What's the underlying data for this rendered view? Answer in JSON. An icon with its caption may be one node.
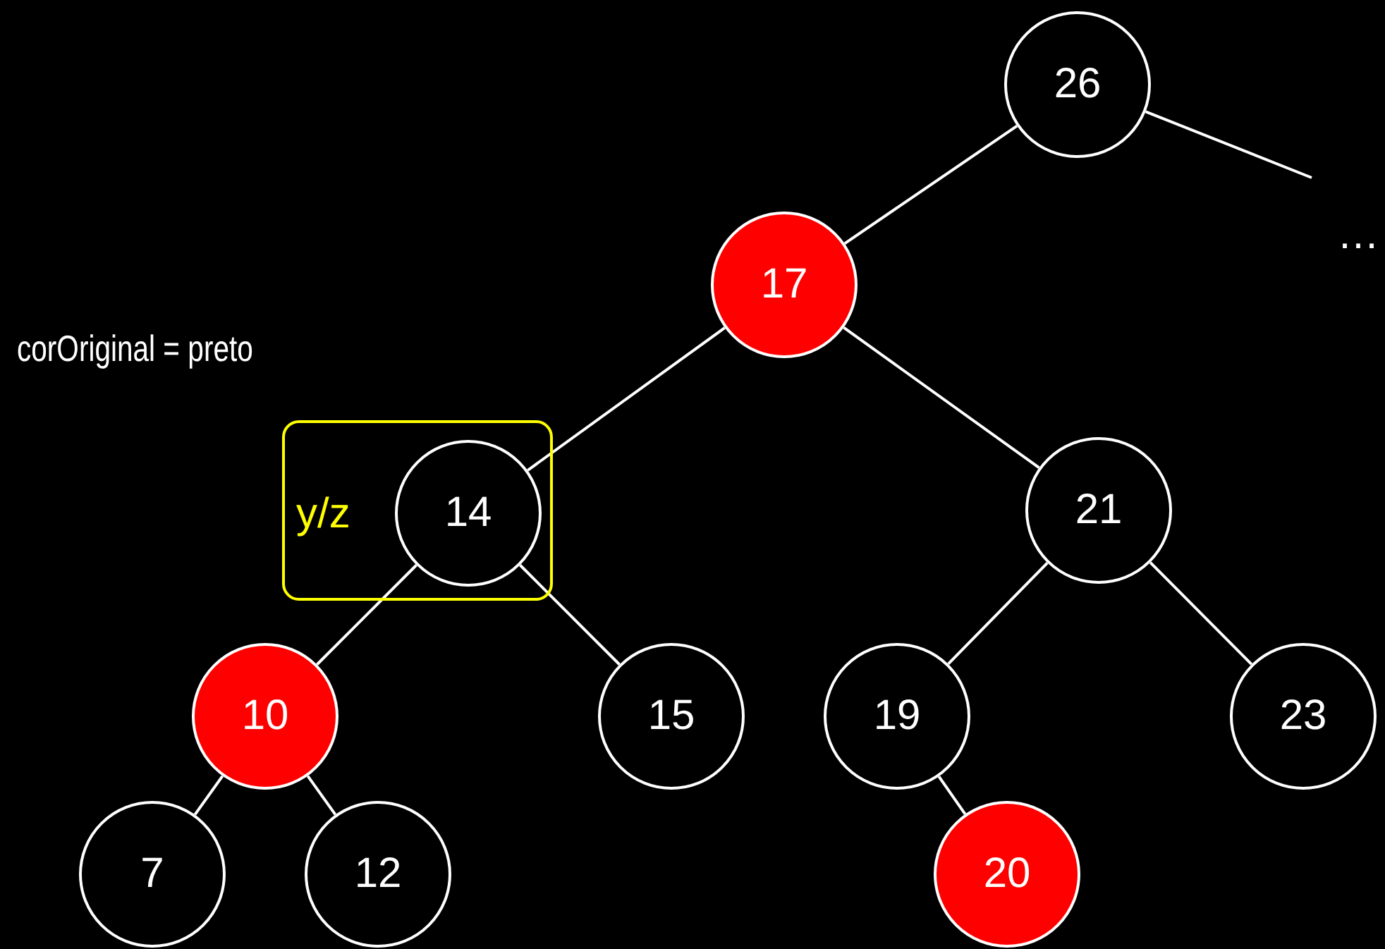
{
  "diagram": {
    "nodes": [
      {
        "text": [
          "26"
        ]
      },
      {
        "text": [
          "17"
        ]
      },
      {
        "text": [
          "y/z"
        ]
      },
      {
        "text": [
          "14"
        ],
        "in": 2
      },
      {
        "text": [
          "21"
        ]
      },
      {
        "text": [
          "10"
        ]
      },
      {
        "text": [
          "15"
        ]
      },
      {
        "text": [
          "19"
        ]
      },
      {
        "text": [
          "23"
        ]
      },
      {
        "text": [
          "7"
        ]
      },
      {
        "text": [
          "12"
        ]
      },
      {
        "text": [
          "20"
        ]
      }
    ],
    "edges": [
      {
        "from": 0,
        "to": null,
        "arrow": "none"
      },
      {
        "from": 0,
        "to": 1,
        "arrow": "none"
      },
      {
        "from": 1,
        "to": 3,
        "arrow": "none"
      },
      {
        "from": 1,
        "to": 4,
        "arrow": "none"
      },
      {
        "from": 3,
        "to": 5,
        "arrow": "none"
      },
      {
        "from": 3,
        "to": 6,
        "arrow": "none"
      },
      {
        "from": 4,
        "to": 7,
        "arrow": "none"
      },
      {
        "from": 4,
        "to": 8,
        "arrow": "none"
      },
      {
        "from": 5,
        "to": 9,
        "arrow": "none"
      },
      {
        "from": 5,
        "to": 10,
        "arrow": "none"
      },
      {
        "from": 7,
        "to": 11,
        "arrow": "none"
      }
    ],
    "labels": [
      "corOriginal = preto",
      "…"
    ]
  }
}
